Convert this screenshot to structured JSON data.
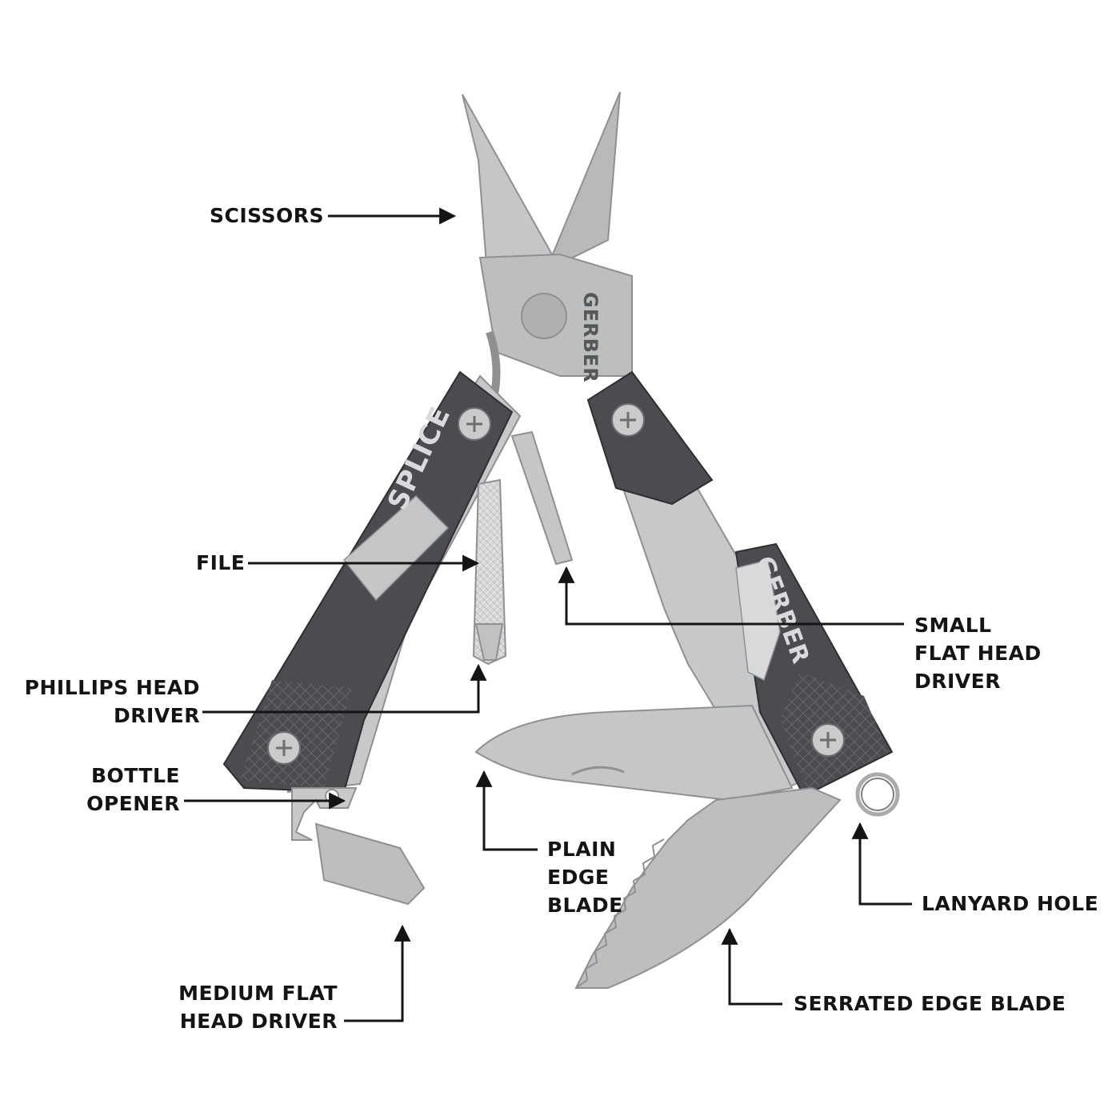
{
  "diagram": {
    "labels": {
      "scissors": [
        "SCISSORS"
      ],
      "file": [
        "FILE"
      ],
      "phillips": [
        "PHILLIPS HEAD",
        "DRIVER"
      ],
      "bottle": [
        "BOTTLE",
        "OPENER"
      ],
      "medium_flat": [
        "MEDIUM FLAT",
        "HEAD DRIVER"
      ],
      "small_flat": [
        "SMALL",
        "FLAT HEAD",
        "DRIVER"
      ],
      "plain_edge": [
        "PLAIN",
        "EDGE",
        "BLADE"
      ],
      "lanyard": [
        "LANYARD HOLE"
      ],
      "serrated": [
        "SERRATED EDGE BLADE"
      ]
    },
    "brand_marks": {
      "handle_left": "SPLICE",
      "handle_right": "GERBER",
      "scissors": "GERBER"
    }
  },
  "colors": {
    "background": "#ffffff",
    "text": "#141414",
    "handle": "#4a4c4f",
    "steel": "#bfc1c3",
    "steel_dark": "#9a9c9e"
  }
}
